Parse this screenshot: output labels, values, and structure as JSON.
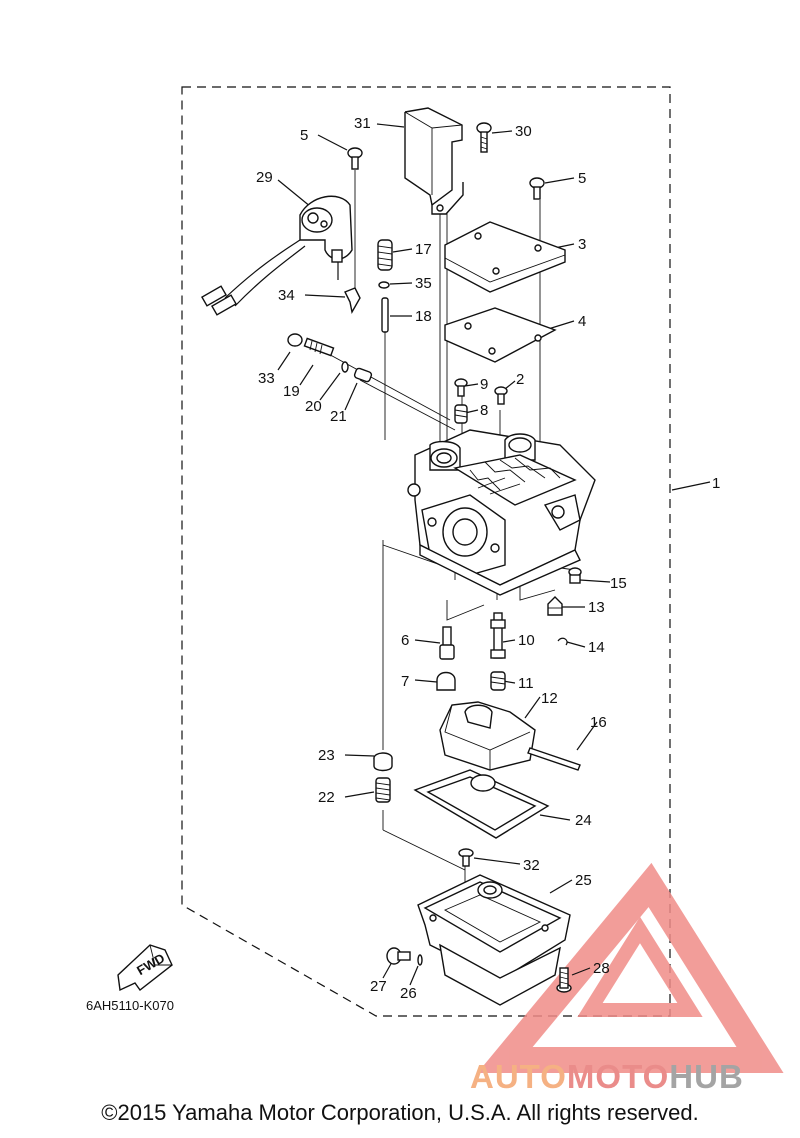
{
  "diagram": {
    "code": "6AH5110-K070",
    "fwd_label": "FWD",
    "callouts": [
      "1",
      "2",
      "3",
      "4",
      "5",
      "5",
      "6",
      "7",
      "8",
      "9",
      "10",
      "11",
      "12",
      "13",
      "14",
      "15",
      "16",
      "17",
      "18",
      "19",
      "20",
      "21",
      "22",
      "23",
      "24",
      "25",
      "26",
      "27",
      "28",
      "29",
      "30",
      "31",
      "32",
      "33",
      "34",
      "35"
    ]
  },
  "footer": {
    "copyright": "©2015 Yamaha Motor Corporation, U.S.A. All rights reserved."
  },
  "watermark": {
    "part1": "AUTO",
    "part2": "MOTO",
    "part3": "HUB",
    "colors": {
      "triangle": "#f08c88",
      "auto": "#f5b183",
      "moto": "#ea8c8a",
      "hub": "#a4a4a4"
    }
  }
}
